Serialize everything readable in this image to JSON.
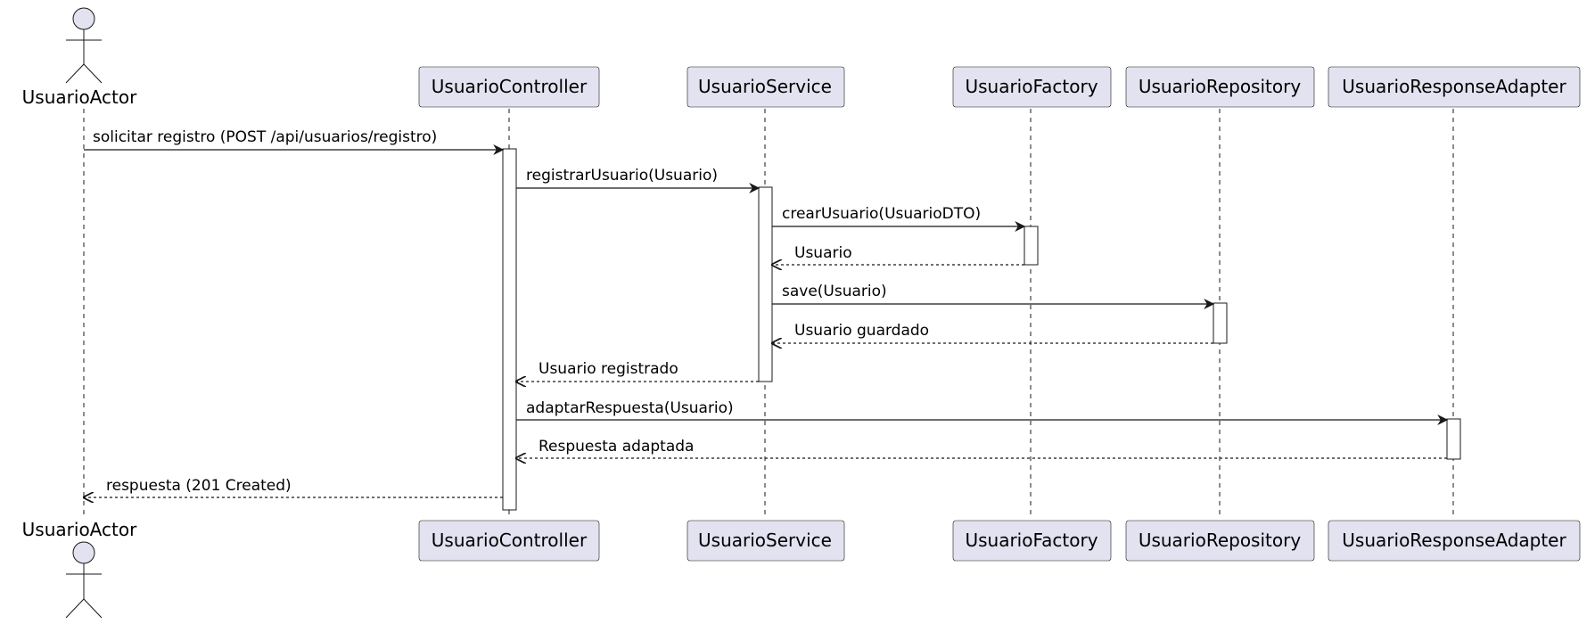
{
  "participants": [
    {
      "id": "actor",
      "label": "UsuarioActor",
      "kind": "actor"
    },
    {
      "id": "controller",
      "label": "UsuarioController",
      "kind": "participant"
    },
    {
      "id": "service",
      "label": "UsuarioService",
      "kind": "participant"
    },
    {
      "id": "factory",
      "label": "UsuarioFactory",
      "kind": "participant"
    },
    {
      "id": "repository",
      "label": "UsuarioRepository",
      "kind": "participant"
    },
    {
      "id": "adapter",
      "label": "UsuarioResponseAdapter",
      "kind": "participant"
    }
  ],
  "messages": [
    {
      "from": "actor",
      "to": "controller",
      "label": "solicitar registro (POST /api/usuarios/registro)",
      "type": "call"
    },
    {
      "from": "controller",
      "to": "service",
      "label": "registrarUsuario(Usuario)",
      "type": "call"
    },
    {
      "from": "service",
      "to": "factory",
      "label": "crearUsuario(UsuarioDTO)",
      "type": "call"
    },
    {
      "from": "factory",
      "to": "service",
      "label": "Usuario",
      "type": "return"
    },
    {
      "from": "service",
      "to": "repository",
      "label": "save(Usuario)",
      "type": "call"
    },
    {
      "from": "repository",
      "to": "service",
      "label": "Usuario guardado",
      "type": "return"
    },
    {
      "from": "service",
      "to": "controller",
      "label": "Usuario registrado",
      "type": "return"
    },
    {
      "from": "controller",
      "to": "adapter",
      "label": "adaptarRespuesta(Usuario)",
      "type": "call"
    },
    {
      "from": "adapter",
      "to": "controller",
      "label": "Respuesta adaptada",
      "type": "return"
    },
    {
      "from": "controller",
      "to": "actor",
      "label": "respuesta (201 Created)",
      "type": "return"
    }
  ],
  "colors": {
    "participant_fill": "#e2e2f0",
    "line": "#181818",
    "background": "#ffffff"
  }
}
